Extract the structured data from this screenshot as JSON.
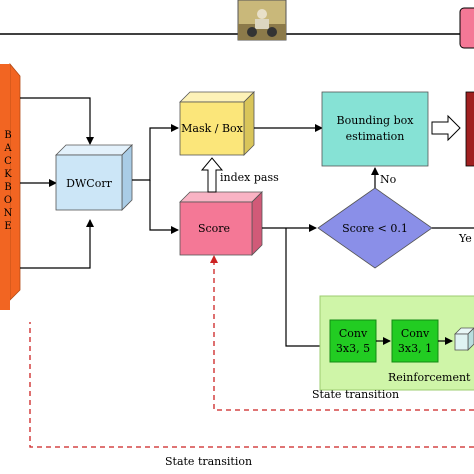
{
  "backbone": {
    "letters": [
      "B",
      "A",
      "C",
      "K",
      "B",
      "O",
      "N",
      "E"
    ]
  },
  "boxes": {
    "dwcorr": "DWCorr",
    "mask_box": "Mask / Box",
    "score": "Score",
    "bbox_line1": "Bounding box",
    "bbox_line2": "estimation",
    "conv1_line1": "Conv",
    "conv1_line2": "3x3, 5",
    "conv2_line1": "Conv",
    "conv2_line2": "3x3, 1"
  },
  "decision": "Score < 0.1",
  "labels": {
    "index_pass": "index pass",
    "no": "No",
    "yes": "Ye",
    "reinforcement": "Reinforcement lea",
    "state_transition_inner": "State transition",
    "state_transition_outer": "State transition"
  },
  "colors": {
    "backbone": "#f26522",
    "dwcorr": "#cce6f7",
    "mask_box": "#fbe67a",
    "score": "#f47896",
    "bbox": "#86e2d5",
    "decision": "#8a8fe8",
    "rl_panel": "#cff5a8",
    "conv": "#22cc22",
    "dashed": "#cc2222"
  }
}
